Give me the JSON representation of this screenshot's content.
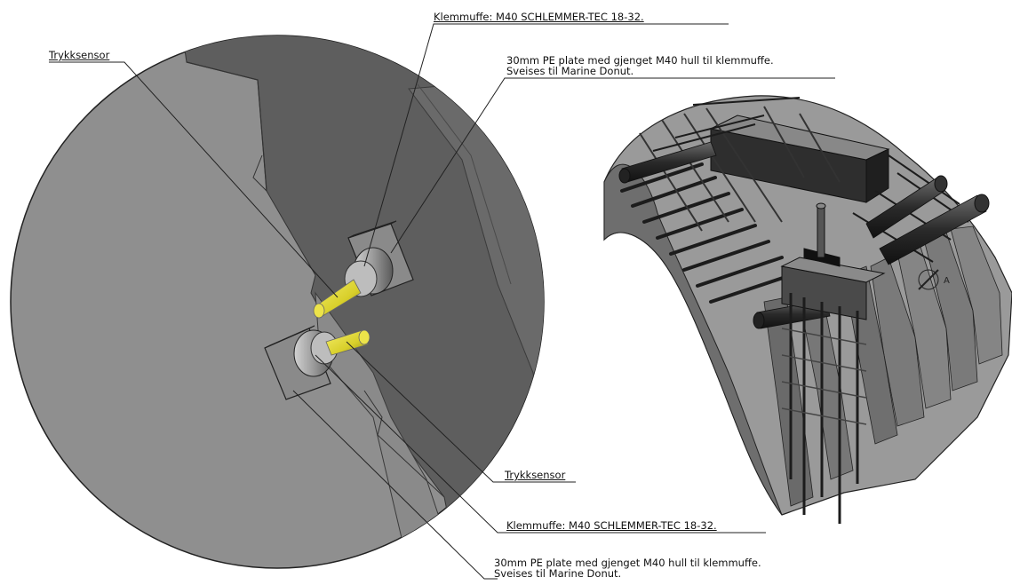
{
  "callouts": {
    "top_klemmuffe": "Klemmuffe: M40 SCHLEMMER-TEC 18-32.",
    "top_trykksensor": "Trykksensor",
    "top_plate_line1": "30mm PE plate med gjenget M40 hull til klemmuffe.",
    "top_plate_line2": "Sveises til Marine Donut.",
    "bottom_trykksensor": "Trykksensor",
    "bottom_klemmuffe": "Klemmuffe: M40 SCHLEMMER-TEC 18-32.",
    "bottom_plate_line1": "30mm PE plate med gjenget M40 hull til klemmuffe.",
    "bottom_plate_line2": "Sveises til Marine Donut."
  },
  "detail_marker": "A",
  "colors": {
    "disc_light": "#8f8f8f",
    "disc_dark": "#5e5e5e",
    "sensor_yellow": "#d8cf2a",
    "structure_dark": "#2b2b2b",
    "structure_mid": "#8a8a8a"
  }
}
